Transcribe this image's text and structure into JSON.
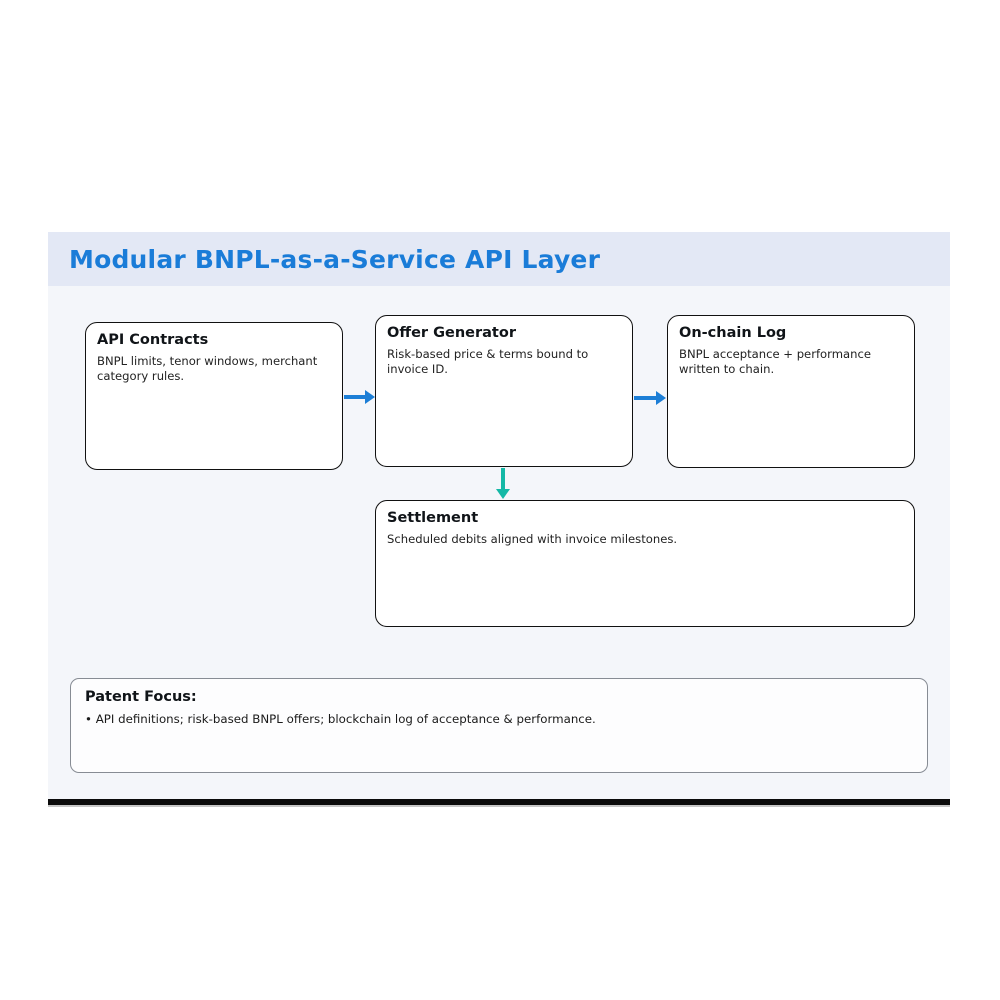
{
  "header": {
    "title": "Modular BNPL-as-a-Service API Layer"
  },
  "diagram": {
    "boxes": [
      {
        "title": "API Contracts",
        "body": "BNPL limits, tenor windows, merchant category rules."
      },
      {
        "title": "Offer Generator",
        "body": "Risk-based price & terms bound to invoice ID."
      },
      {
        "title": "On-chain Log",
        "body": "BNPL acceptance + performance written to chain."
      },
      {
        "title": "Settlement",
        "body": "Scheduled debits aligned with invoice milestones."
      }
    ],
    "arrows": [
      {
        "from": "API Contracts",
        "to": "Offer Generator",
        "direction": "right",
        "color": "#1c7ed6"
      },
      {
        "from": "Offer Generator",
        "to": "On-chain Log",
        "direction": "right",
        "color": "#1c7ed6"
      },
      {
        "from": "Offer Generator",
        "to": "Settlement",
        "direction": "down",
        "color": "#14b8a6"
      }
    ]
  },
  "patent_focus": {
    "title": "Patent Focus:",
    "bullet": "• API definitions; risk-based BNPL offers; blockchain log of acceptance & performance."
  },
  "colors": {
    "title_blue": "#1a7cd8",
    "arrow_blue": "#1c7ed6",
    "arrow_teal": "#14b8a6",
    "header_bg": "#e3e8f5",
    "panel_bg": "#f4f6fa",
    "box_border": "#111111",
    "patent_border": "#878c94"
  }
}
